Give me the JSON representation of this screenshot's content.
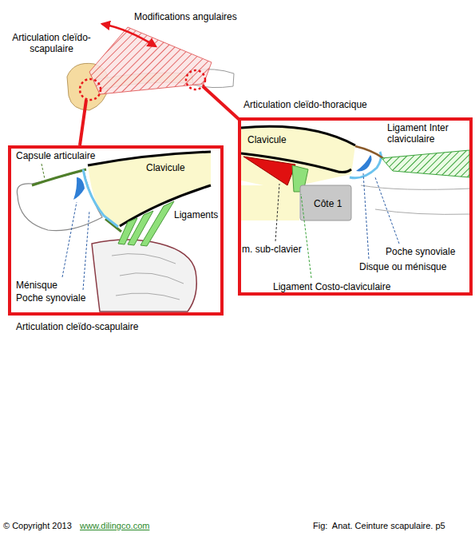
{
  "diagram": {
    "nodes": [
      {
        "text": [
          "Capsule articulaire",
          "Clavicule",
          "Ligaments",
          "Ménisque",
          "Poche synoviale",
          "Articulation cleïdo-scapulaire"
        ]
      },
      {
        "text": [
          "Articulation cleïdo-thoracique",
          "Clavicule",
          "Ligament Inter claviculaire",
          "Côte 1",
          "m. sub-clavier",
          "Ligament Costo-claviculaire",
          "Disque ou ménisque",
          "Poche synoviale"
        ]
      }
    ],
    "labels": [
      "Modifications angulaires",
      "Articulation cleïdo-scapulaire",
      "© Copyright 2013",
      "www.dilingco.com",
      "Fig:  Anat. Ceinture scapulaire. p5"
    ]
  }
}
